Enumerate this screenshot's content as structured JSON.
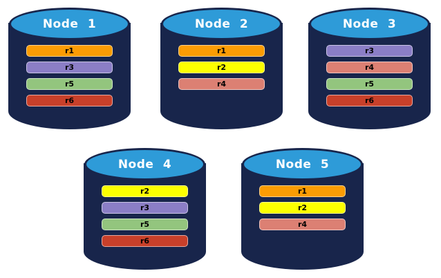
{
  "diagram": {
    "description": "Five database nodes with replica placement",
    "replica_bar_text_color": "#000000",
    "node_title_text_color": "#FFFFFF"
  },
  "colors": {
    "page_background": "#FFFFFF",
    "cylinder_body": "#18254B",
    "cylinder_top": "#2E9BD8",
    "replica_colors": {
      "r1": "#FB9C04",
      "r2": "#FDFF00",
      "r3": "#8B7EC6",
      "r4": "#DC8073",
      "r5": "#93C57E",
      "r6": "#C8402A"
    }
  },
  "nodes": [
    {
      "label": "Node 1",
      "replicas": [
        "r1",
        "r3",
        "r5",
        "r6"
      ]
    },
    {
      "label": "Node 2",
      "replicas": [
        "r1",
        "r2",
        "r4"
      ]
    },
    {
      "label": "Node 3",
      "replicas": [
        "r3",
        "r4",
        "r5",
        "r6"
      ]
    },
    {
      "label": "Node 4",
      "replicas": [
        "r2",
        "r3",
        "r5",
        "r6"
      ]
    },
    {
      "label": "Node 5",
      "replicas": [
        "r1",
        "r2",
        "r4"
      ]
    }
  ]
}
